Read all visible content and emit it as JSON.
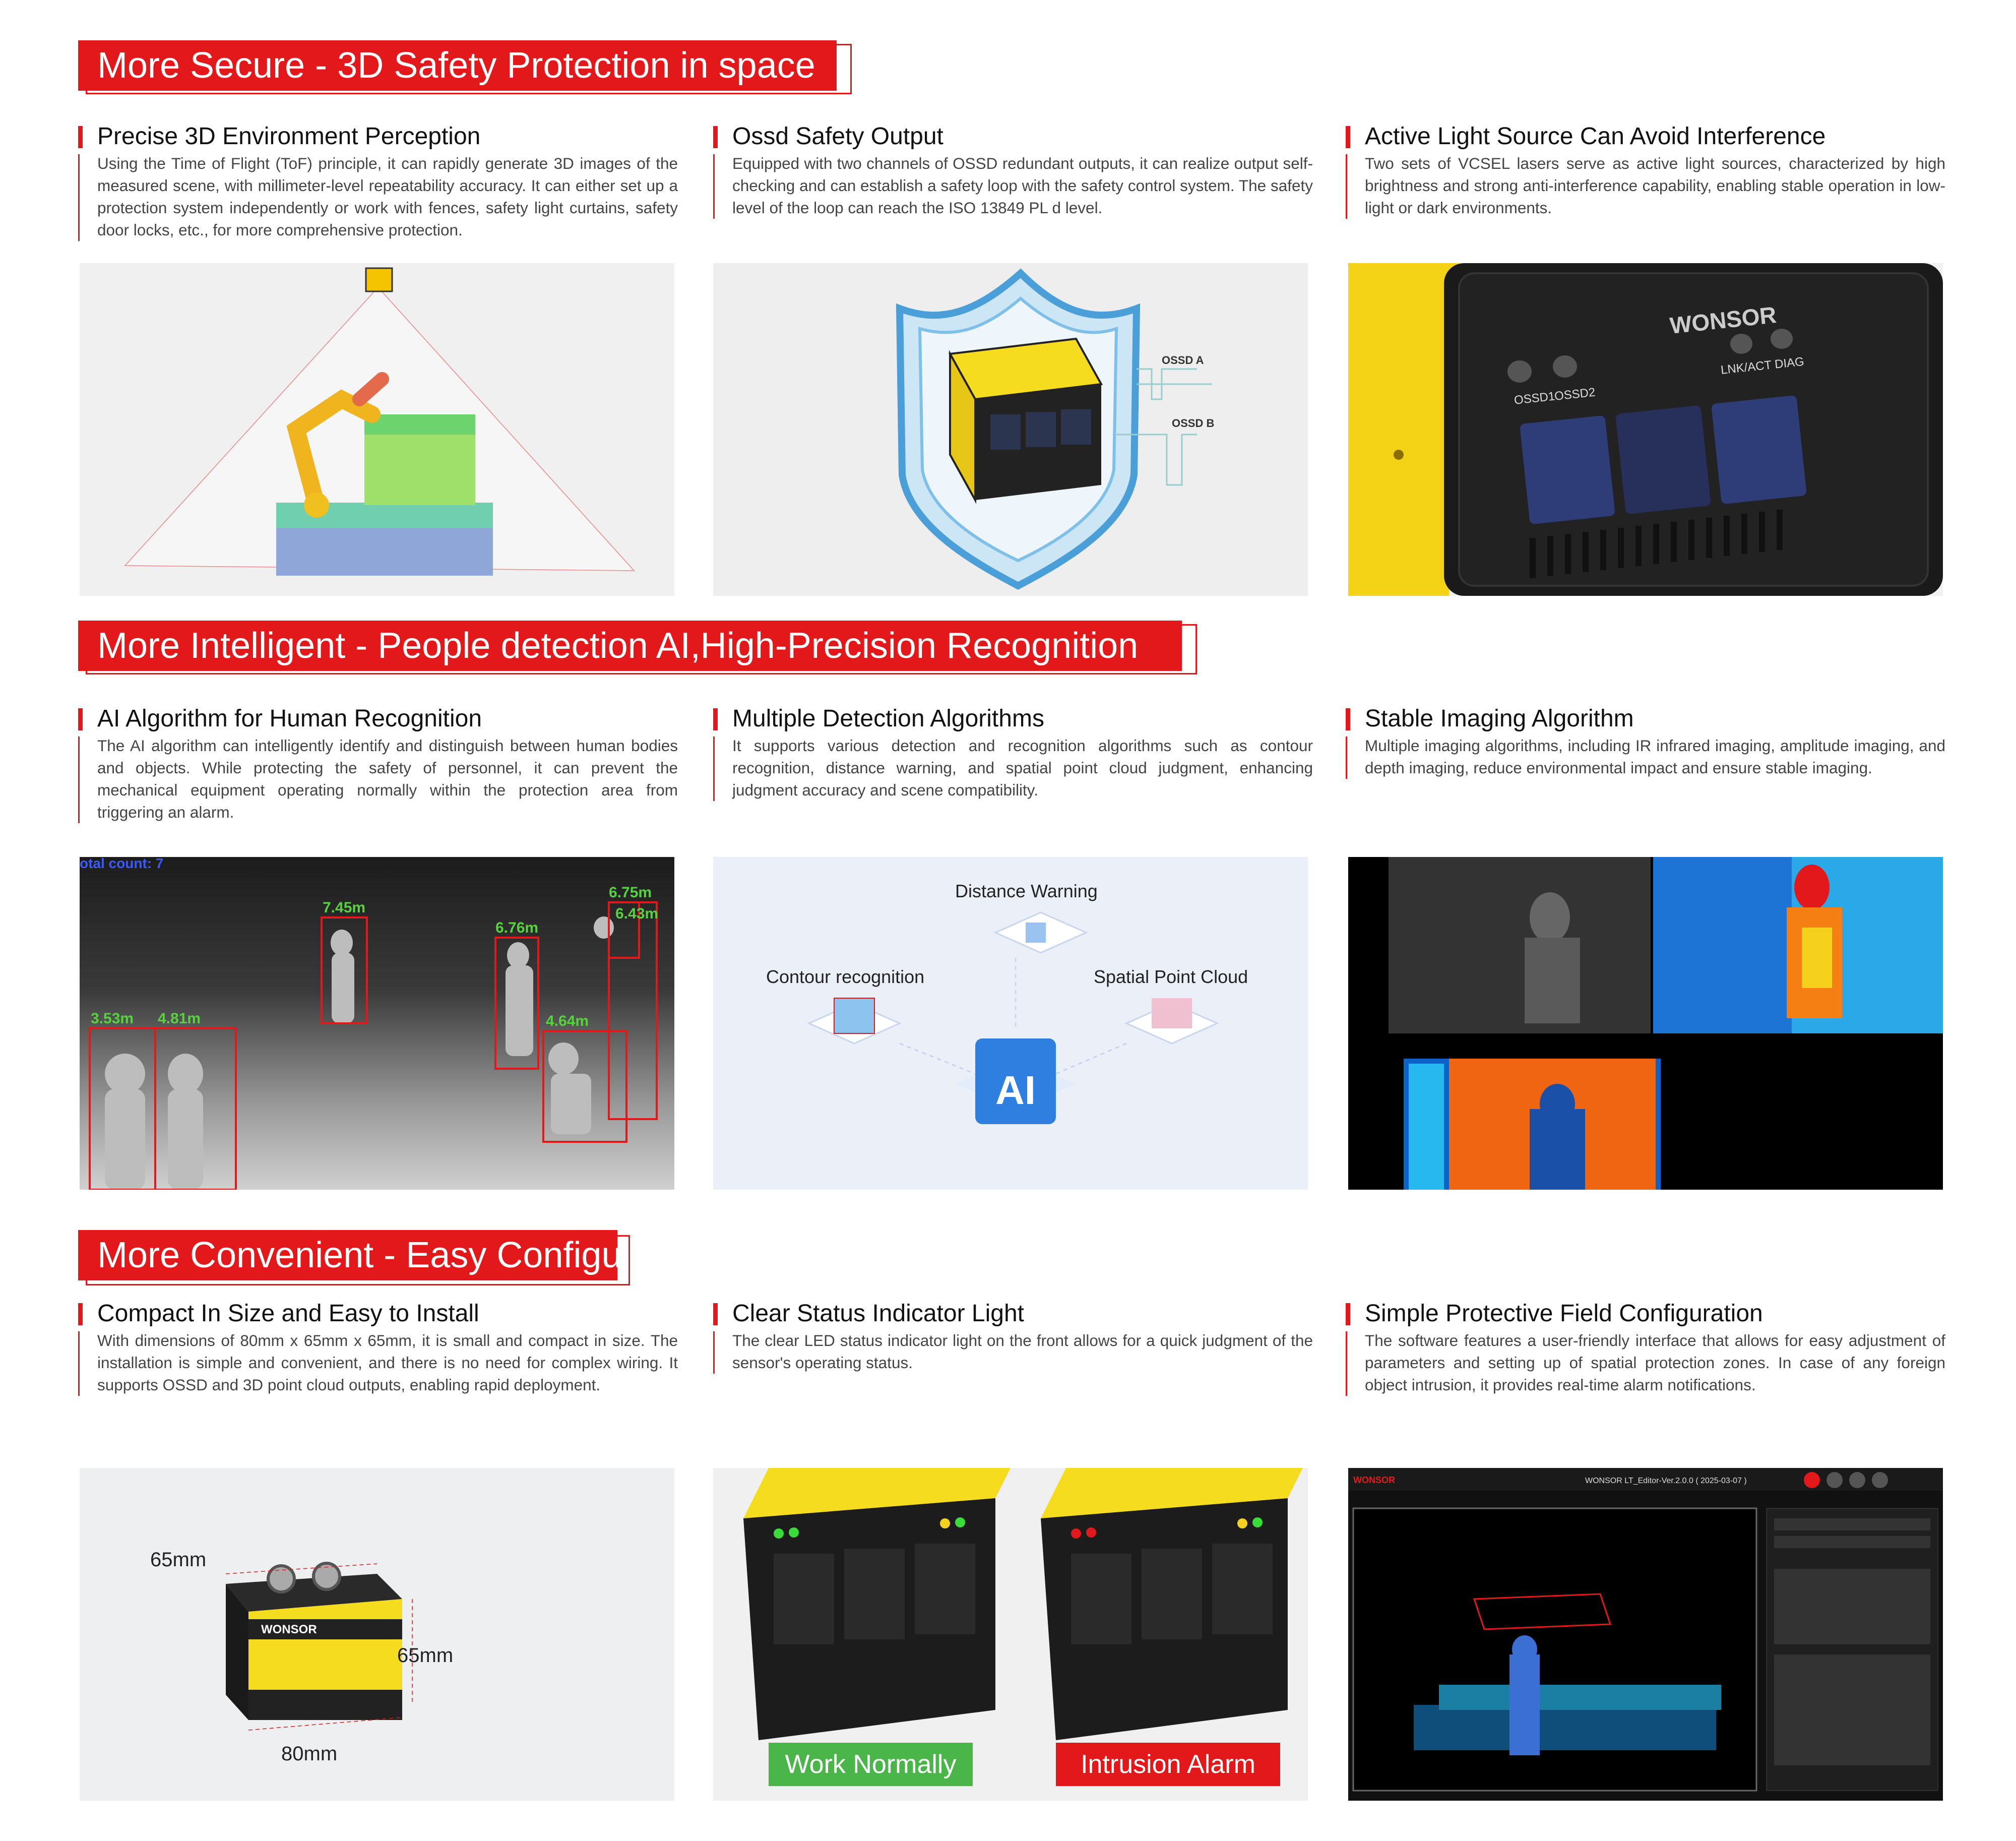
{
  "sections": [
    {
      "banner": "More Secure - 3D Safety Protection in space",
      "features": [
        {
          "title": "Precise 3D Environment Perception",
          "desc": "Using the Time of Flight (ToF) principle, it can rapidly generate 3D images of the measured scene, with millimeter-level repeatability accuracy. It can either set up a protection system independently or work with fences, safety light curtains, safety door locks, etc., for more comprehensive protection."
        },
        {
          "title": "Ossd Safety Output",
          "desc": "Equipped with two channels of OSSD redundant outputs, it can realize output self-checking and can establish a safety loop with the safety control system. The safety level of the loop can reach the ISO 13849 PL d level."
        },
        {
          "title": "Active Light Source Can Avoid Interference",
          "desc": "Two sets of VCSEL lasers serve as active light sources, characterized by high brightness and strong anti-interference capability, enabling stable operation in low-light or dark environments."
        }
      ]
    },
    {
      "banner": "More Intelligent - People detection AI,High-Precision Recognition",
      "features": [
        {
          "title": "AI Algorithm for Human Recognition",
          "desc": "The AI algorithm can intelligently identify and distinguish between human bodies and objects. While protecting the safety of personnel, it can prevent the mechanical equipment operating normally within the protection area from triggering an alarm."
        },
        {
          "title": "Multiple Detection Algorithms",
          "desc": "It supports various detection and recognition algorithms such as contour recognition, distance warning, and spatial point cloud judgment, enhancing judgment accuracy and scene compatibility."
        },
        {
          "title": "Stable Imaging Algorithm",
          "desc": "Multiple imaging algorithms, including IR infrared imaging, amplitude imaging, and depth imaging, reduce environmental impact and ensure stable imaging."
        }
      ]
    },
    {
      "banner": "More Convenient - Easy Configu",
      "features": [
        {
          "title": "Compact In Size and Easy to Install",
          "desc": "With dimensions of 80mm x 65mm x 65mm, it is small and compact in size. The installation is simple and convenient, and there is no need for complex wiring. It supports OSSD and 3D point cloud outputs, enabling rapid deployment."
        },
        {
          "title": "Clear Status Indicator Light",
          "desc": "The clear LED status indicator light on the front allows for a quick judgment of the sensor's operating status."
        },
        {
          "title": "Simple Protective Field Configuration",
          "desc": "The software features a user-friendly interface that allows for easy adjustment of parameters and setting up of spatial protection zones. In case of any foreign object intrusion, it provides real-time alarm notifications."
        }
      ]
    }
  ],
  "images": {
    "ossd": {
      "a": "OSSD A",
      "b": "OSSD B"
    },
    "camera": {
      "brand": "WONSOR",
      "ossd1": "OSSD1",
      "ossd2": "OSSD2",
      "lnk": "LNK/ACT DIAG"
    },
    "detection": {
      "total": "otal count: 7",
      "distances": [
        "7.45m",
        "6.76m",
        "6.75m",
        "6.43m",
        "3.53m",
        "4.81m",
        "4.64m"
      ]
    },
    "algorithms": {
      "distance": "Distance Warning",
      "contour": "Contour recognition",
      "cloud": "Spatial Point Cloud",
      "ai": "AI"
    },
    "dimensions": {
      "top": "65mm",
      "side": "65mm",
      "bottom": "80mm",
      "brand": "WONSOR"
    },
    "status": {
      "normal": "Work Normally",
      "alarm": "Intrusion Alarm"
    },
    "software": {
      "title": "WONSOR LT_Editor-Ver.2.0.0 ( 2025-03-07 )",
      "brand": "WONSOR"
    }
  },
  "colors": {
    "accent": "#e3181b",
    "green": "#3aac3a",
    "yellow": "#f5dc1f"
  }
}
